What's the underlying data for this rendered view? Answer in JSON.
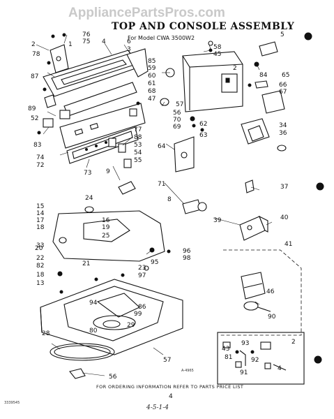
{
  "watermark": "AppliancePartsPros.com",
  "title": "TOP AND CONSOLE ASSEMBLY",
  "subtitle": "For Model CWA 3500W2",
  "footer_note": "FOR ORDERING INFORMATION REFER TO PARTS PRICE LIST",
  "page_number": "4",
  "figure_code": "A-4965",
  "corner_code": "3339545",
  "handwritten_note": "4-5-1-4",
  "callouts": [
    "2",
    "76",
    "75",
    "78",
    "1",
    "4",
    "6",
    "3",
    "85",
    "87",
    "89",
    "52",
    "83",
    "74",
    "72",
    "73",
    "77",
    "88",
    "53",
    "54",
    "55",
    "9",
    "15",
    "14",
    "17",
    "18",
    "16",
    "19",
    "20",
    "22",
    "82",
    "33",
    "21",
    "18",
    "13",
    "24",
    "25",
    "23",
    "97",
    "95",
    "96",
    "98",
    "94",
    "86",
    "99",
    "29",
    "80",
    "28",
    "56",
    "57",
    "58",
    "45",
    "59",
    "60",
    "61",
    "68",
    "47",
    "57",
    "56",
    "70",
    "69",
    "62",
    "63",
    "64",
    "71",
    "8",
    "2",
    "5",
    "84",
    "65",
    "66",
    "67",
    "34",
    "36",
    "37",
    "39",
    "40",
    "41",
    "46",
    "90",
    "2",
    "43",
    "93",
    "81",
    "92",
    "91",
    "4"
  ]
}
